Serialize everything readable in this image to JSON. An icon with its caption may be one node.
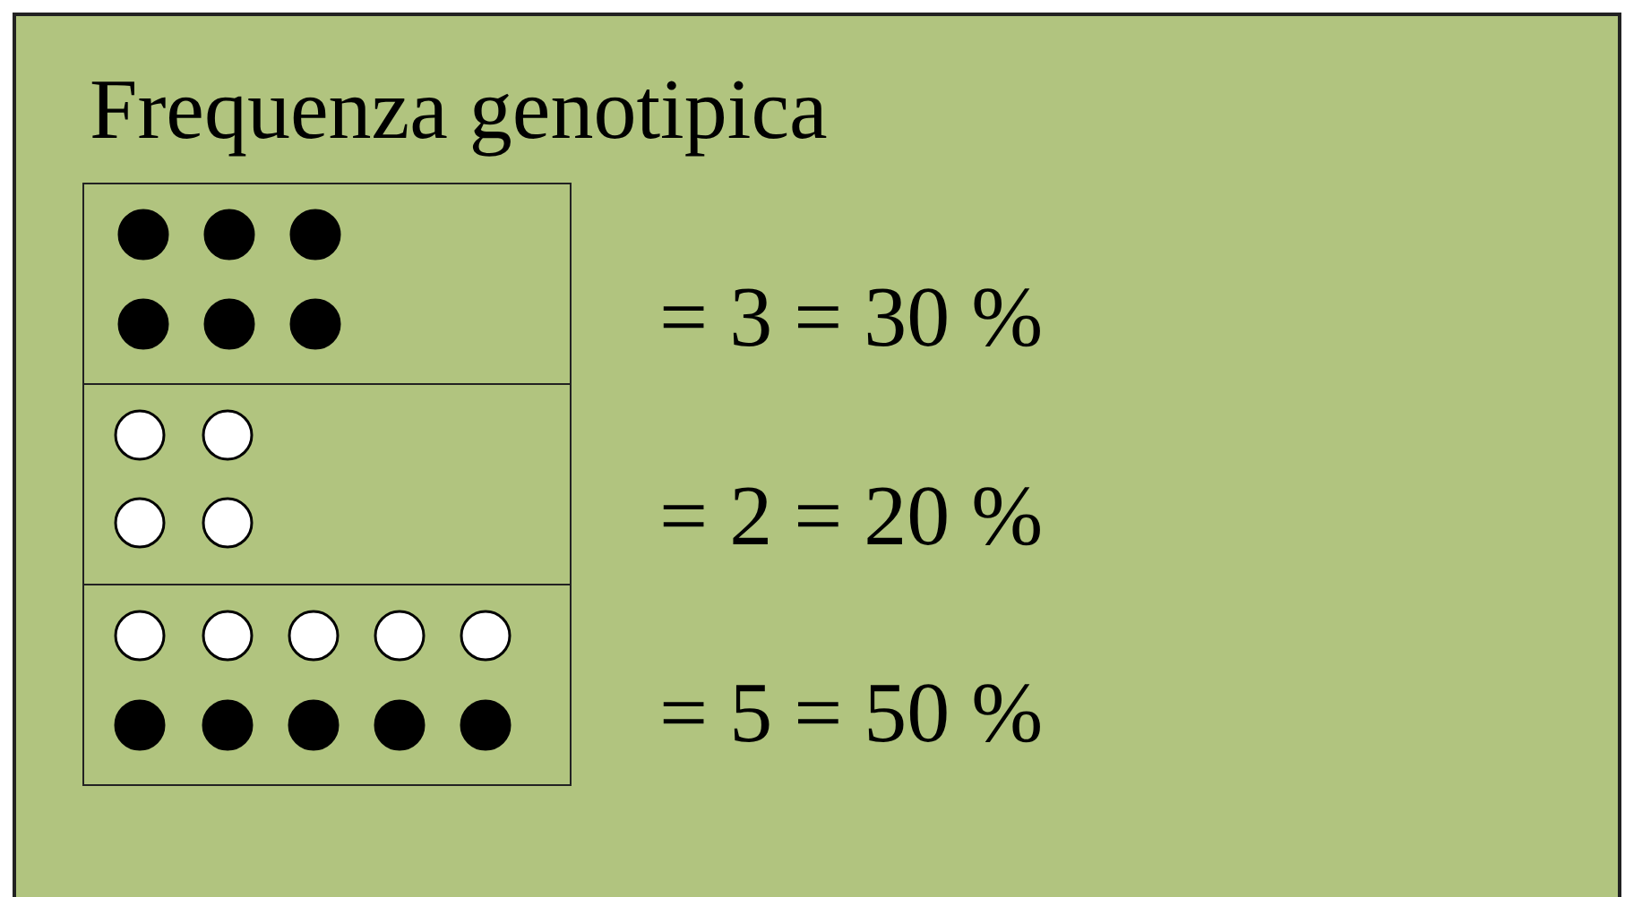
{
  "diagram": {
    "title": "Frequenza genotipica",
    "labels": [
      "= 3 = 30 %",
      "= 2 = 20 %",
      "= 5 = 50 %"
    ]
  }
}
